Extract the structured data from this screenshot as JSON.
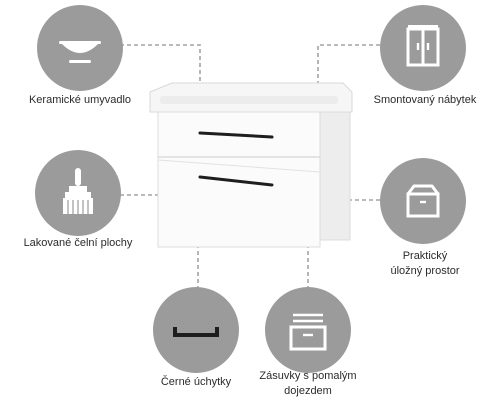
{
  "features": {
    "ceramic_basin": "Keramické umyvadlo",
    "assembled": "Smontovaný nábytek",
    "lacquered": "Lakované čelní plochy",
    "storage_line1": "Praktický",
    "storage_line2": "úložný prostor",
    "handles": "Černé úchytky",
    "drawers_line1": "Zásuvky s pomalým",
    "drawers_line2": "dojezdem"
  },
  "colors": {
    "circle": "#9b9b9b",
    "icon": "#ffffff",
    "handle": "#1e1e1e",
    "connector": "#a3a3a3"
  },
  "icons": [
    "basin-icon",
    "cabinet-icon",
    "paintbrush-icon",
    "storage-box-icon",
    "handle-icon",
    "drawer-icon"
  ]
}
